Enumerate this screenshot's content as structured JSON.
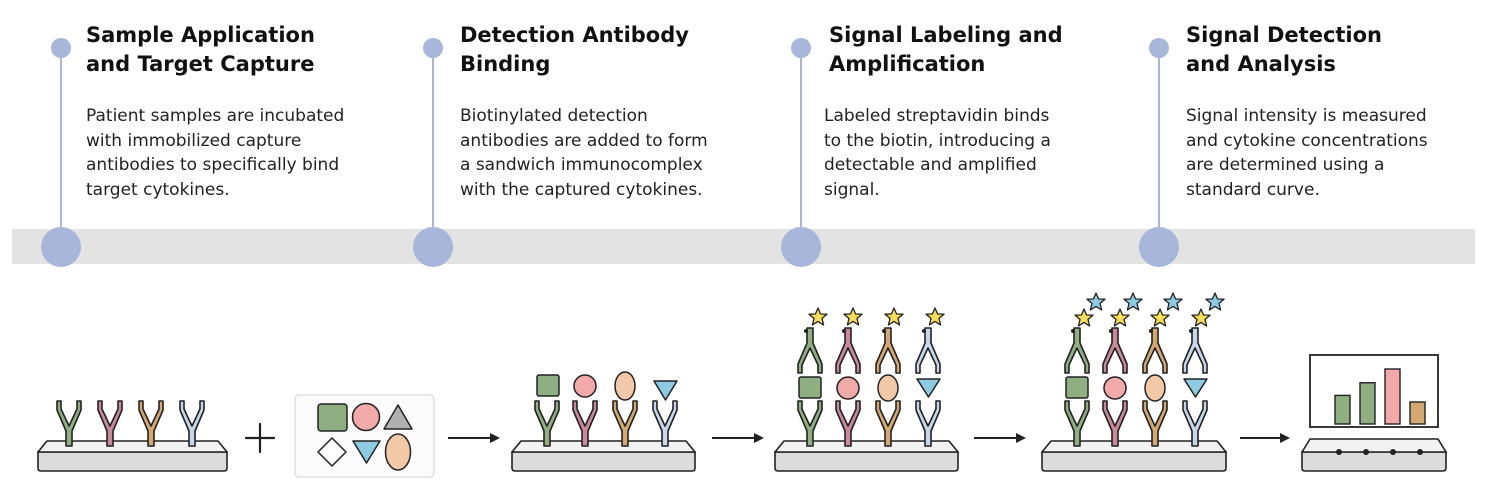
{
  "steps": [
    {
      "title": "Sample Application\nand Target Capture",
      "text": "Patient samples are incubated\nwith immobilized capture\nantibodies to specifically bind\ntarget cytokines."
    },
    {
      "title": "Detection Antibody\nBinding",
      "text": "Biotinylated detection\nantibodies are added to form\na sandwich immunocomplex\nwith the captured cytokines."
    },
    {
      "title": "Signal Labeling and\nAmplification",
      "text": " Labeled streptavidin binds\nto the biotin, introducing a\ndetectable and amplified\nsignal."
    },
    {
      "title": "Signal Detection\nand Analysis",
      "text": "Signal intensity is measured\nand cytokine concentrations\nare determined using a\nstandard curve."
    }
  ],
  "colors": {
    "timeline_accent": "#a7b6d9",
    "band": "#e3e3e3",
    "antibody_green": "#8faf82",
    "antibody_pink": "#c9899a",
    "antibody_orange": "#d4a873",
    "antibody_blue": "#c8d6ec",
    "target_green": "#8faf82",
    "target_pink": "#f2a9a9",
    "target_peach": "#f2c9a8",
    "target_blue": "#8ecbe3",
    "target_grey": "#b0b0b0",
    "label_star_yellow": "#f7dd5c",
    "amplified_star_blue": "#8ecbe3"
  },
  "illustration": {
    "panels": [
      "capture-plate",
      "sample-targets",
      "target-capture",
      "detection-labeling",
      "signal-amplification",
      "signal-reader"
    ],
    "symbols": {
      "plus": "+",
      "arrow": "right-arrow"
    },
    "reader_bars": [
      {
        "color": "#8faf82",
        "level": 0.52
      },
      {
        "color": "#8faf82",
        "level": 0.75
      },
      {
        "color": "#f2a9a9",
        "level": 1.0
      },
      {
        "color": "#d4a873",
        "level": 0.4
      }
    ],
    "reader_wells": 4
  }
}
